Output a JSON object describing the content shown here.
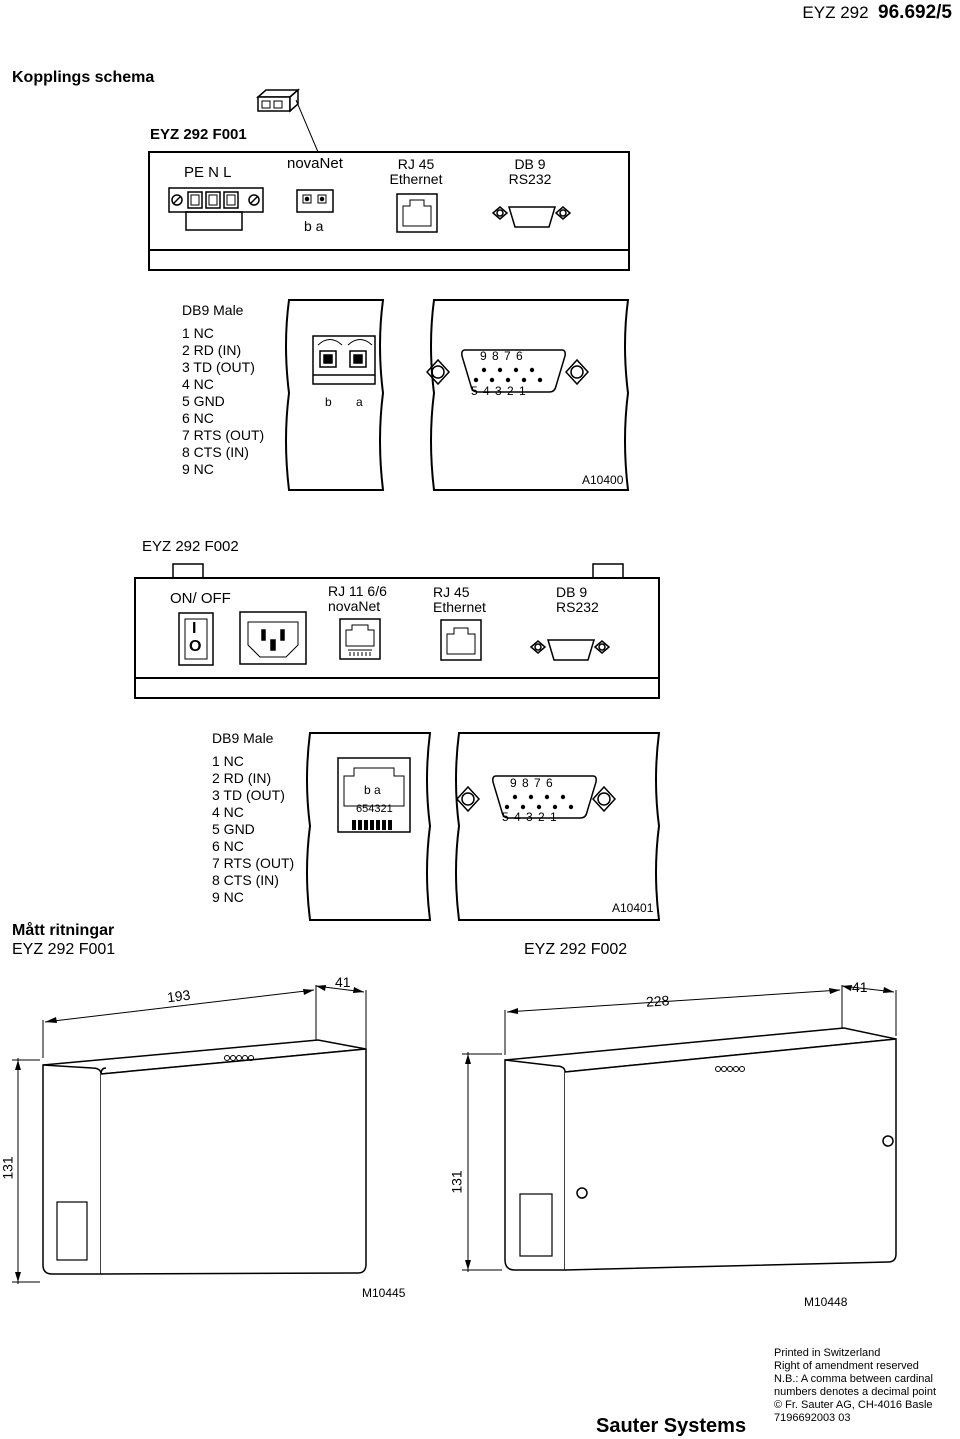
{
  "header": {
    "doc_code": "EYZ 292",
    "page_code": "96.692/5"
  },
  "wiring": {
    "title": "Kopplings schema",
    "f001": {
      "title": "EYZ 292 F001",
      "power_label": "PE N  L",
      "novanet_label": "novaNet",
      "novanet_pins": "b a",
      "rj45_label": [
        "RJ 45",
        "Ethernet"
      ],
      "db9_label": [
        "DB 9",
        "RS232"
      ],
      "detail_pins": [
        "b",
        "a"
      ],
      "db9_top_pins": "9  8  7  6",
      "db9_bottom_pins": "5  4  3  2  1",
      "code": "A10400"
    },
    "db9_male_1": {
      "title": "DB9 Male",
      "pins": [
        "1 NC",
        "2 RD (IN)",
        "3 TD (OUT)",
        "4 NC",
        "5 GND",
        "6 NC",
        "7 RTS (OUT)",
        "8 CTS (IN)",
        "9 NC"
      ]
    },
    "f002": {
      "title": "EYZ 292 F002",
      "onoff_label": "ON/ OFF",
      "switch_on": "I",
      "switch_off": "O",
      "rj11_label": [
        "RJ 11 6/6",
        "novaNet"
      ],
      "rj45_label": [
        "RJ 45",
        "Ethernet"
      ],
      "db9_label": [
        "DB 9",
        "RS232"
      ],
      "rj11_pins": "b  a",
      "rj11_numbers": "654321",
      "db9_top_pins": "9  8  7  6",
      "db9_bottom_pins": "5  4  3  2  1",
      "code": "A10401"
    },
    "db9_male_2": {
      "title": "DB9 Male",
      "pins": [
        "1 NC",
        "2 RD (IN)",
        "3 TD (OUT)",
        "4 NC",
        "5 GND",
        "6 NC",
        "7 RTS (OUT)",
        "8 CTS (IN)",
        "9 NC"
      ]
    }
  },
  "dimensions": {
    "title": "Mått ritningar",
    "left": {
      "model": "EYZ 292 F001",
      "width": "193",
      "depth": "41",
      "height": "131",
      "code": "M10445"
    },
    "right": {
      "model": "EYZ 292 F002",
      "width": "228",
      "depth": "41",
      "height": "131",
      "code": "M10448"
    }
  },
  "footer": {
    "brand": "Sauter Systems",
    "notes": [
      "Printed in Switzerland",
      "Right of amendment reserved",
      "N.B.: A comma between cardinal",
      "numbers denotes a decimal point",
      "© Fr. Sauter AG, CH-4016 Basle",
      "7196692003  03"
    ]
  }
}
